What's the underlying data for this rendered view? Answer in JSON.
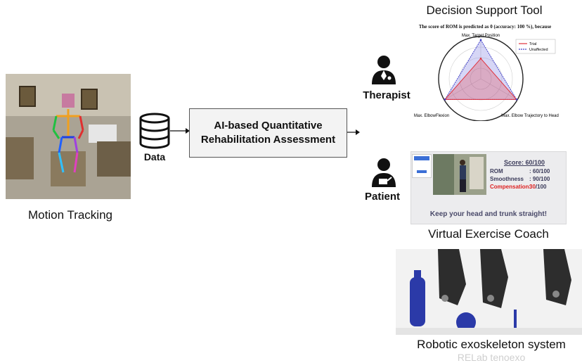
{
  "motion_tracking": {
    "caption": "Motion Tracking"
  },
  "data_node": {
    "label": "Data",
    "icon": "database-icon"
  },
  "assessment": {
    "line1": "AI-based Quantitative",
    "line2": "Rehabilitation Assessment"
  },
  "therapist": {
    "label": "Therapist",
    "icon": "doctor-icon"
  },
  "patient": {
    "label": "Patient",
    "icon": "patient-icon"
  },
  "decision_support": {
    "title": "Decision Support Tool",
    "subtitle": "The score of ROM is predicted as 0 (accuracy: 100 %), because",
    "axes": [
      "Max. Target Position",
      "Max. Elbow Trajectory to Head",
      "Max. ElbowFlexion"
    ],
    "legend": [
      {
        "name": "Trial",
        "color": "#e0303a"
      },
      {
        "name": "Unaffected",
        "color": "#4040c8"
      }
    ],
    "chart_data": {
      "type": "radar",
      "categories": [
        "Max. Target Position",
        "Max. Elbow Trajectory to Head",
        "Max. ElbowFlexion"
      ],
      "series": [
        {
          "name": "Trial",
          "values": [
            0.48,
            0.98,
            0.98
          ]
        },
        {
          "name": "Unaffected",
          "values": [
            0.92,
            0.98,
            0.98
          ]
        }
      ],
      "range": [
        0,
        1
      ]
    }
  },
  "virtual_coach": {
    "score": "Score: 60/100",
    "rows": [
      {
        "label": "ROM",
        "value": ": 60/100"
      },
      {
        "label": "Smoothness",
        "value": ": 90/100"
      },
      {
        "label": "Compensation:",
        "value": "30",
        "total": "/100"
      }
    ],
    "message": "Keep your head and trunk straight!",
    "caption": "Virtual Exercise Coach"
  },
  "exoskeleton": {
    "caption": "Robotic exoskeleton system",
    "credit": "RELab tenoexo"
  },
  "colors": {
    "arrow": "#111111",
    "box_fill": "#f3f3f3",
    "trial": "#e0303a",
    "unaffected": "#4040c8"
  }
}
